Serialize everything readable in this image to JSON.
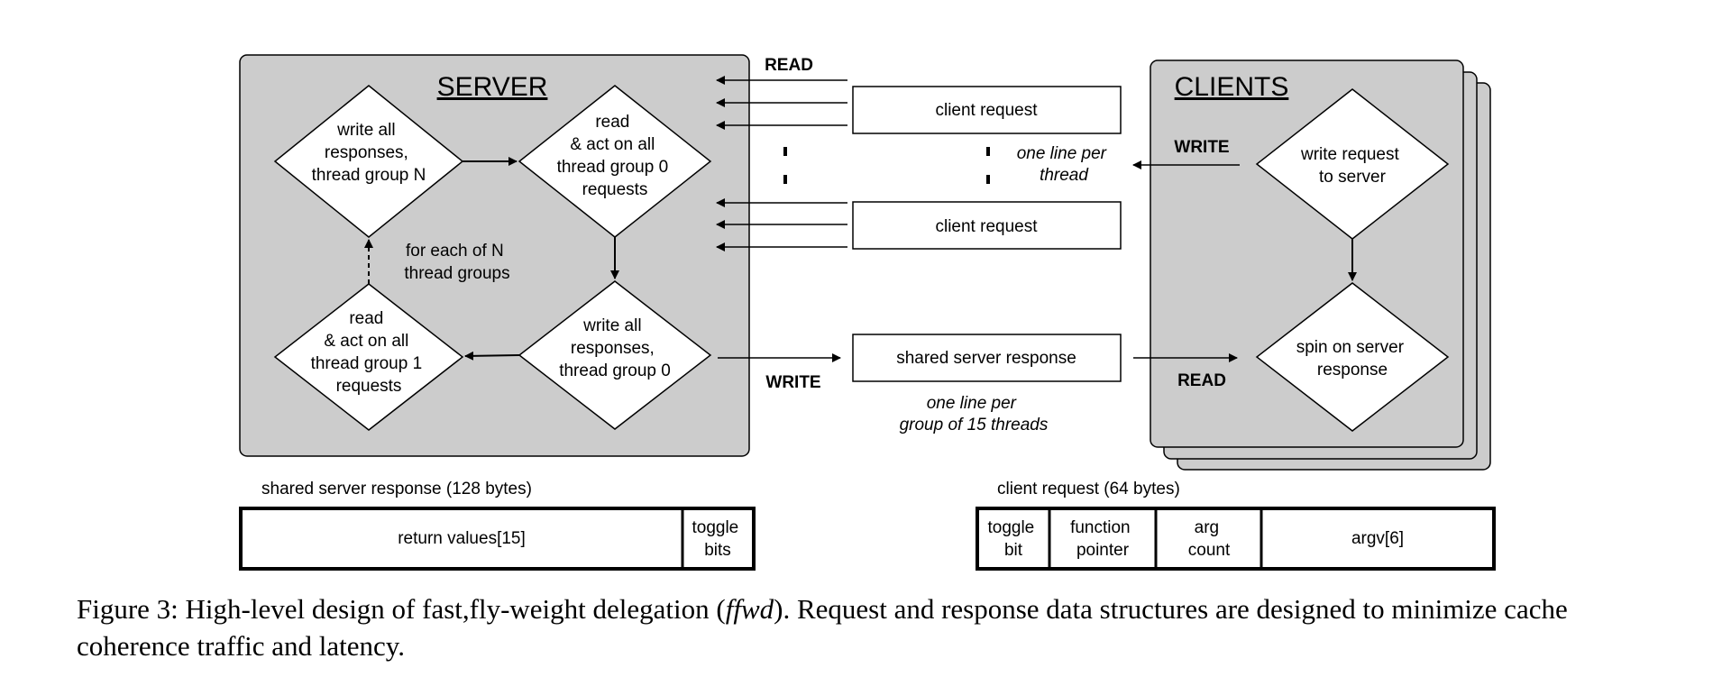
{
  "server": {
    "title": "SERVER",
    "diamond_top_left": [
      "write all",
      "responses,",
      "thread group N"
    ],
    "diamond_top_right": [
      "read",
      "& act on all",
      "thread group 0",
      "requests"
    ],
    "diamond_bottom_left": [
      "read",
      "& act on all",
      "thread group 1",
      "requests"
    ],
    "diamond_bottom_right": [
      "write all",
      "responses,",
      "thread group 0"
    ],
    "loop_note": [
      "for each of N",
      "thread groups"
    ]
  },
  "clients": {
    "title": "CLIENTS",
    "diamond_top": [
      "write request",
      "to server"
    ],
    "diamond_bottom": [
      "spin on server",
      "response"
    ]
  },
  "labels": {
    "read_top": "READ",
    "write_right": "WRITE",
    "write_bottom": "WRITE",
    "read_right": "READ",
    "client_request_1": "client request",
    "client_request_2": "client request",
    "shared_response": "shared server response",
    "one_line_per_thread": [
      "one line per",
      "thread"
    ],
    "one_line_per_group": [
      "one line per",
      "group of 15 threads"
    ]
  },
  "response_struct": {
    "title": "shared server response (128 bytes)",
    "fields": [
      [
        "return values[15]"
      ],
      [
        "toggle",
        "bits"
      ]
    ]
  },
  "request_struct": {
    "title": "client request (64 bytes)",
    "fields": [
      [
        "toggle",
        "bit"
      ],
      [
        "function",
        "pointer"
      ],
      [
        "arg",
        "count"
      ],
      [
        "argv[6]"
      ]
    ]
  },
  "caption": {
    "prefix": "Figure 3: High-level design of fast,fly-weight delegation (",
    "emph": "ffwd",
    "suffix": "). Request and response data structures are designed to minimize cache coherence traffic and latency."
  }
}
